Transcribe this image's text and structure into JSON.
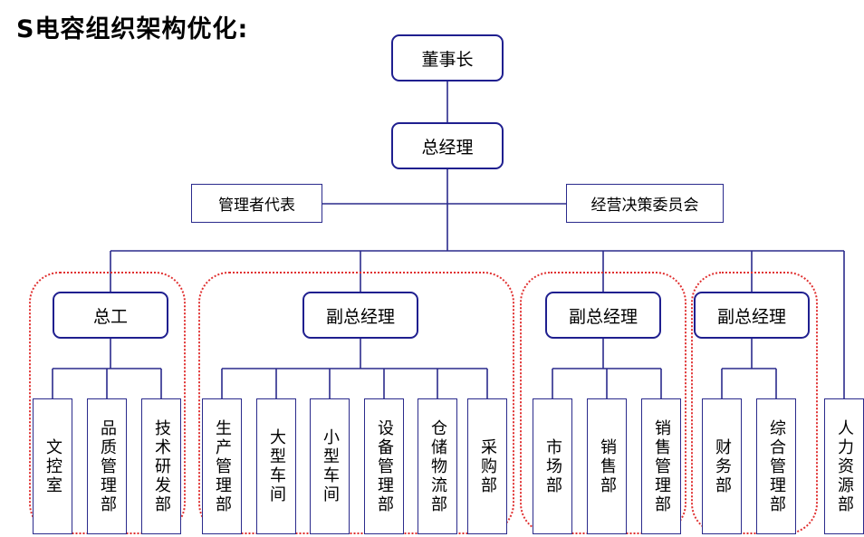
{
  "title": "S电容组织架构优化:",
  "top": {
    "chairman": "董事长",
    "gm": "总经理",
    "mgmt_rep": "管理者代表",
    "committee": "经营决策委员会"
  },
  "branches": [
    {
      "head": "总工",
      "depts": [
        "文控室",
        "品质管理部",
        "技术研发部"
      ]
    },
    {
      "head": "副总经理",
      "depts": [
        "生产管理部",
        "大型车间",
        "小型车间",
        "设备管理部",
        "仓储物流部",
        "采购部"
      ]
    },
    {
      "head": "副总经理",
      "depts": [
        "市场部",
        "销售部",
        "销售管理部"
      ]
    },
    {
      "head": "副总经理",
      "depts": [
        "财务部",
        "综合管理部"
      ]
    }
  ],
  "independent": "人力资源部",
  "colors": {
    "box_border": "#1f1f8f",
    "line": "#2a2a8c",
    "group_border": "#e03030"
  }
}
